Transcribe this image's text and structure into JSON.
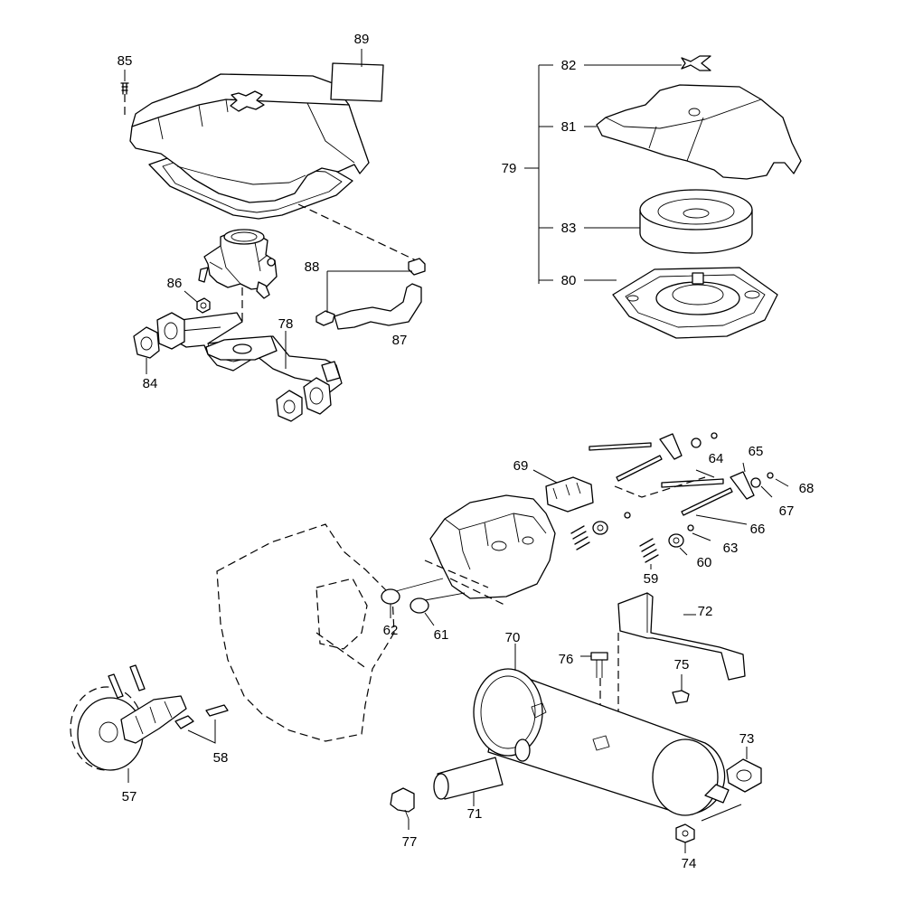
{
  "diagram": {
    "labels": [
      "85",
      "89",
      "82",
      "81",
      "79",
      "83",
      "80",
      "86",
      "88",
      "78",
      "87",
      "84",
      "69",
      "65",
      "64",
      "68",
      "67",
      "66",
      "63",
      "60",
      "59",
      "62",
      "61",
      "70",
      "72",
      "76",
      "75",
      "73",
      "57",
      "58",
      "71",
      "77",
      "74"
    ]
  }
}
